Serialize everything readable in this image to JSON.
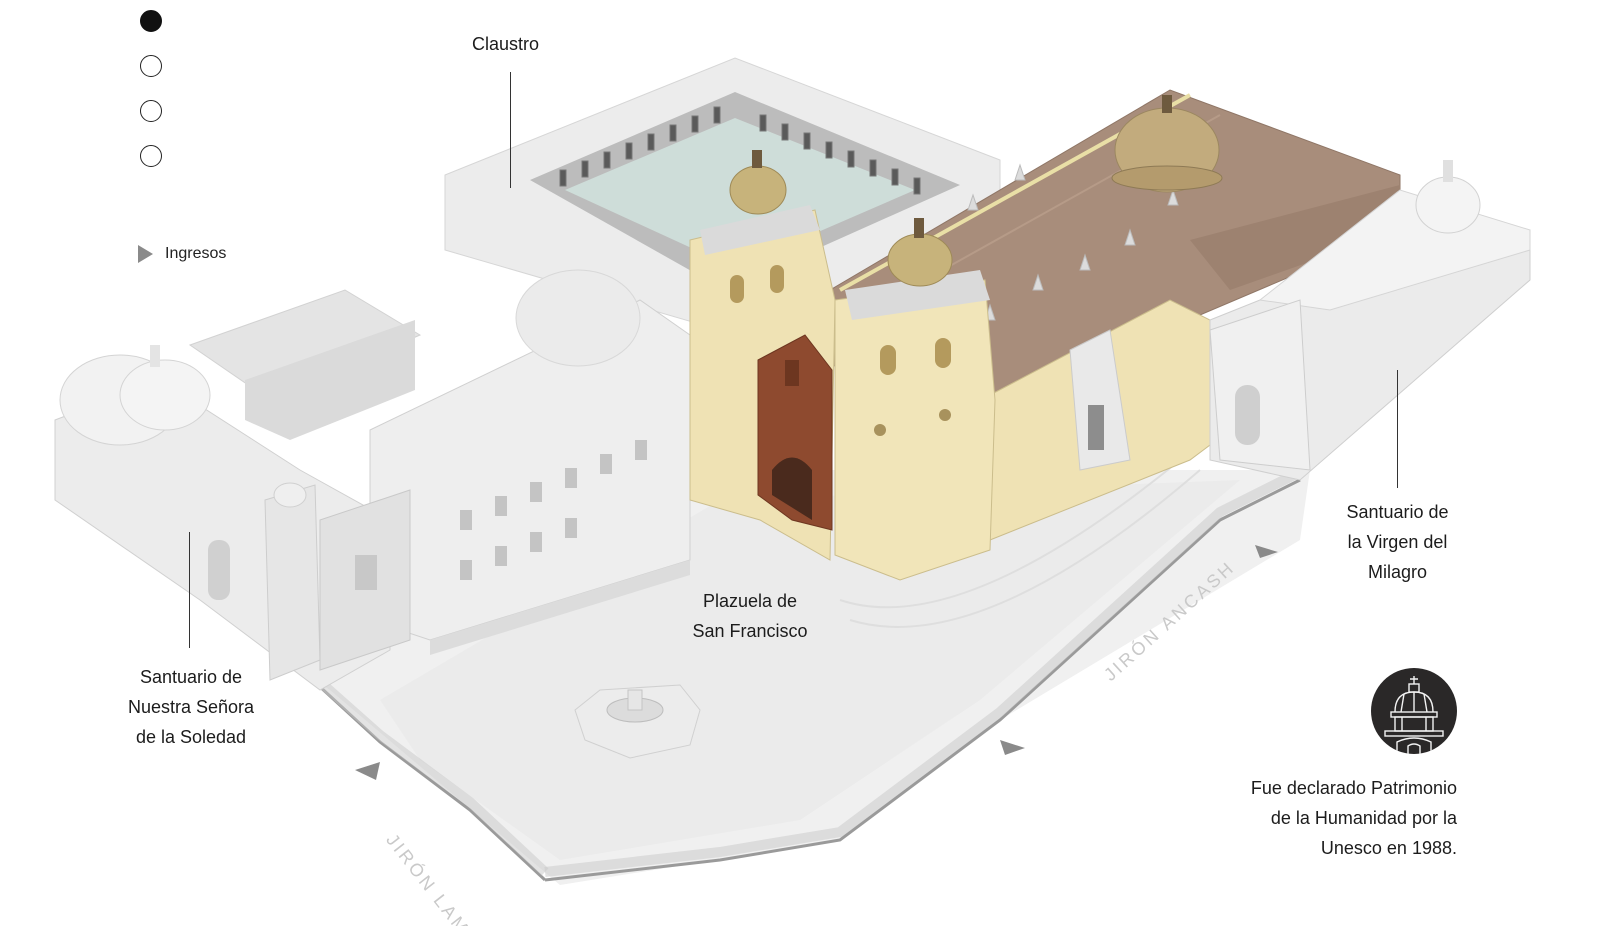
{
  "nav": {
    "slides": [
      {
        "active": true
      },
      {
        "active": false
      },
      {
        "active": false
      },
      {
        "active": false
      }
    ]
  },
  "legend": {
    "entrances_label": "Ingresos",
    "entrance_color": "#8a8a8a"
  },
  "labels": {
    "cloister": "Claustro",
    "soledad": [
      "Santuario de",
      "Nuestra Señora",
      "de la Soledad"
    ],
    "plaza": [
      "Plazuela de",
      "San Francisco"
    ],
    "milagro": [
      "Santuario de",
      "la Virgen del",
      "Milagro"
    ]
  },
  "streets": {
    "lampa": "JIRÓN LAMPA",
    "ancash": "JIRÓN ANCASH"
  },
  "heritage": {
    "icon": "dome-icon",
    "lines": [
      "Fue declarado Patrimonio",
      "de la Humanidad por la",
      "Unesco en 1988."
    ]
  },
  "colors": {
    "church_facade": "#efe2b4",
    "roof": "#a88d7b",
    "portal": "#8e4a2f",
    "dome": "#c2ab7d",
    "grey_buildings": "#e8e8e8",
    "seal_bg": "#2a2828"
  }
}
